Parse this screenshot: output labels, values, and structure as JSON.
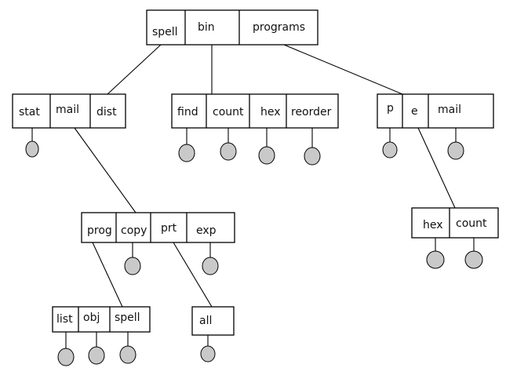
{
  "nodes": {
    "root": {
      "cells": [
        "spell",
        "bin",
        "programs"
      ]
    },
    "left": {
      "cells": [
        "stat",
        "mail",
        "dist"
      ]
    },
    "middle": {
      "cells": [
        "find",
        "count",
        "hex",
        "reorder"
      ]
    },
    "right": {
      "cells": [
        "p",
        "e",
        "mail"
      ]
    },
    "mail_sub": {
      "cells": [
        "prog",
        "copy",
        "prt",
        "exp"
      ]
    },
    "e_sub": {
      "cells": [
        "hex",
        "count"
      ]
    },
    "prog_sub": {
      "cells": [
        "list",
        "obj",
        "spell"
      ]
    },
    "prt_sub": {
      "cells": [
        "all"
      ]
    }
  },
  "colors": {
    "leaf_fill": "#c9c9c9",
    "stroke": "#000000",
    "background": "#ffffff"
  }
}
